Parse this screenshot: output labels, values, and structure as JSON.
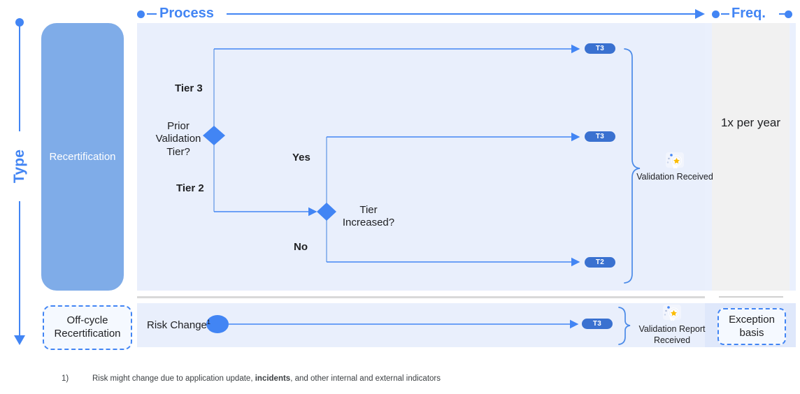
{
  "axes": {
    "type_label": "Type",
    "process_label": "Process",
    "freq_label": "Freq."
  },
  "type_column": {
    "recertification_label": "Recertification",
    "offcycle_label": "Off-cycle Recertification"
  },
  "process": {
    "decision1": {
      "question": "Prior Validation Tier?",
      "branch_top": "Tier 3",
      "branch_bottom": "Tier 2"
    },
    "decision2": {
      "question": "Tier Increased?",
      "branch_top": "Yes",
      "branch_bottom": "No"
    },
    "badges": {
      "tier3_a": "T3",
      "tier3_b": "T3",
      "tier2": "T2",
      "tier3_offcycle": "T3"
    },
    "outcome_main": {
      "icon": "award-ribbon-icon",
      "caption": "Validation Received"
    },
    "offcycle": {
      "start_label": "Risk Change",
      "start_superscript": "1",
      "outcome_icon": "award-ribbon-icon",
      "outcome_caption": "Validation Report Received"
    }
  },
  "frequency": {
    "main": "1x per year",
    "offcycle": "Exception basis"
  },
  "footnote": {
    "marker": "1)",
    "text_before": "Risk might change due to application update, ",
    "text_bold": "incidents",
    "text_after": ", and other internal and external indicators"
  },
  "colors": {
    "accent_blue": "#4285f4",
    "pill_blue": "#7face8",
    "panel_blue": "#e9effc",
    "badge_blue": "#3a71d0",
    "grey_panel": "#f1f1f1"
  }
}
